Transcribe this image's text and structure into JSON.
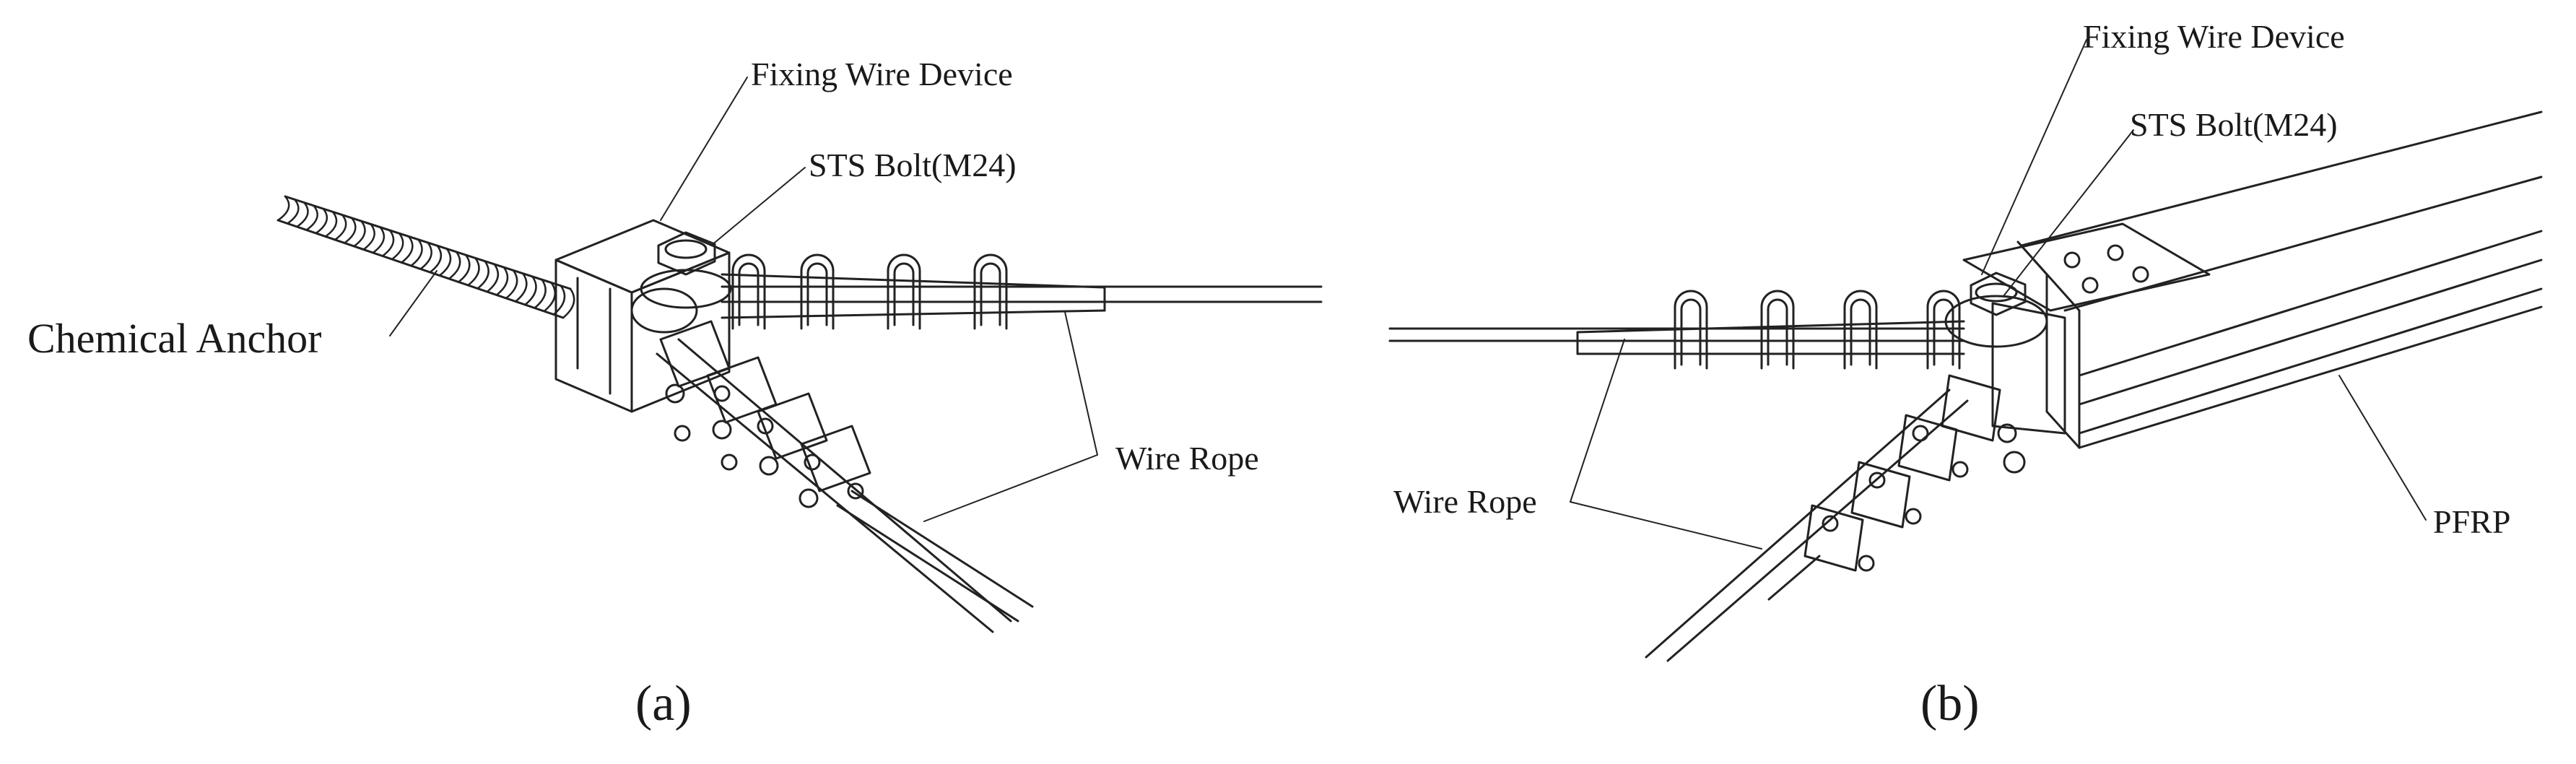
{
  "panel_a": {
    "caption": "(a)",
    "labels": {
      "fixing_wire_device": "Fixing Wire Device",
      "sts_bolt": "STS Bolt(M24)",
      "chemical_anchor": "Chemical Anchor",
      "wire_rope": "Wire Rope"
    }
  },
  "panel_b": {
    "caption": "(b)",
    "labels": {
      "fixing_wire_device": "Fixing Wire Device",
      "sts_bolt": "STS Bolt(M24)",
      "wire_rope": "Wire Rope",
      "pfrp": "PFRP"
    }
  },
  "colors": {
    "line": "#222222",
    "background": "#ffffff"
  }
}
